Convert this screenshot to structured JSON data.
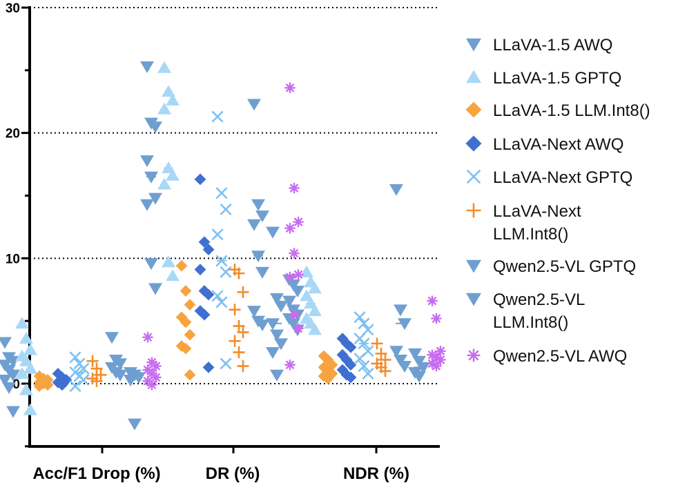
{
  "chart_data": {
    "type": "scatter",
    "title": "",
    "xlabel": "",
    "ylabel": "",
    "ylim": [
      -5,
      30
    ],
    "yticks": [
      0,
      10,
      20,
      30
    ],
    "grid": "dotted horizontal at 0, 10, 20, 30",
    "legend_position": "right",
    "categories": [
      "Acc/F1 Drop (%)",
      "DR (%)",
      "NDR (%)"
    ],
    "series": [
      {
        "name": "LLaVA-1.5 AWQ",
        "marker": "triangle-down",
        "color": "#6f9fd0",
        "values": [
          [
            3.3,
            2.1,
            1.8,
            1.5,
            1.1,
            0.7,
            0.3,
            -0.3,
            -2.2
          ],
          [
            25.3,
            20.8,
            20.5,
            17.8,
            16.5,
            14.8,
            14.3,
            9.6,
            7.6
          ],
          [
            8.3,
            7.9,
            7.4,
            6.6,
            5.9,
            5.5,
            5.2,
            4.8,
            4.3
          ]
        ]
      },
      {
        "name": "LLaVA-1.5 GPTQ",
        "marker": "triangle-up",
        "color": "#a8d8f6",
        "values": [
          [
            4.8,
            3.6,
            2.7,
            2.2,
            1.8,
            1.2,
            0.8,
            -0.5,
            -2.1
          ],
          [
            25.2,
            23.3,
            22.6,
            21.9,
            17.2,
            16.6,
            15.9,
            9.7,
            8.6
          ],
          [
            8.9,
            8.1,
            7.6,
            7.0,
            6.4,
            5.8,
            5.2,
            4.8,
            4.3
          ]
        ]
      },
      {
        "name": "LLaVA-1.5 LLM.Int8()",
        "marker": "diamond",
        "color": "#f7a440",
        "values": [
          [
            0.6,
            0.4,
            0.3,
            0.1,
            0.0,
            -0.1,
            -0.2
          ],
          [
            9.4,
            7.4,
            6.3,
            5.3,
            4.9,
            3.9,
            3.0,
            2.8,
            0.7
          ],
          [
            2.2,
            1.9,
            1.5,
            1.3,
            1.0,
            0.8,
            0.6,
            0.4
          ]
        ]
      },
      {
        "name": "LLaVA-Next AWQ",
        "marker": "diamond",
        "color": "#3f6fd1",
        "values": [
          [
            0.8,
            0.5,
            0.3,
            0.1,
            -0.1
          ],
          [
            16.3,
            11.3,
            10.7,
            9.1,
            7.4,
            7.1,
            5.8,
            5.5,
            1.3
          ],
          [
            3.6,
            3.2,
            2.9,
            2.3,
            1.9,
            1.5,
            1.1,
            0.7,
            0.5
          ]
        ]
      },
      {
        "name": "LLaVA-Next GPTQ",
        "marker": "x",
        "color": "#7ec1f2",
        "values": [
          [
            2.1,
            1.6,
            1.2,
            0.9,
            0.6,
            0.3,
            -0.2
          ],
          [
            21.3,
            15.2,
            13.9,
            11.9,
            9.8,
            8.9,
            7.0,
            6.5,
            1.6
          ],
          [
            5.3,
            4.8,
            4.3,
            3.6,
            3.2,
            2.6,
            2.0,
            1.4,
            0.8
          ]
        ]
      },
      {
        "name": "LLaVA-Next LLM.Int8()",
        "marker": "plus",
        "color": "#f28c28",
        "values": [
          [
            1.8,
            1.2,
            0.7,
            0.4,
            0.2
          ],
          [
            9.1,
            8.8,
            7.3,
            5.9,
            4.6,
            4.1,
            3.4,
            2.5,
            1.4
          ],
          [
            3.2,
            2.4,
            1.9,
            1.6,
            1.3,
            1.0
          ]
        ]
      },
      {
        "name": "Qwen2.5-VL GPTQ",
        "marker": "triangle-down",
        "color": "#6f9fd0",
        "values": [
          [
            3.7,
            1.9,
            1.6,
            1.3,
            0.9,
            0.7
          ],
          [
            22.3,
            14.3,
            13.4,
            12.7,
            10.2,
            8.9,
            5.8,
            5.0,
            4.7
          ],
          [
            15.5,
            5.9,
            4.8,
            2.6,
            1.9,
            1.4
          ]
        ]
      },
      {
        "name": "Qwen2.5-VL LLM.Int8()",
        "marker": "triangle-down",
        "color": "#6f9fd0",
        "values": [
          [
            0.9,
            0.7,
            0.5,
            0.3,
            -3.2
          ],
          [
            12.1,
            6.8,
            6.2,
            4.8,
            3.9,
            3.2,
            2.5,
            0.7
          ],
          [
            2.4,
            1.8,
            1.3,
            0.9,
            0.6
          ]
        ]
      },
      {
        "name": "Qwen2.5-VL AWQ",
        "marker": "asterisk",
        "color": "#c86cf0",
        "values": [
          [
            3.7,
            1.7,
            1.4,
            1.1,
            0.8,
            0.5,
            0.2,
            -0.1
          ],
          [
            23.6,
            15.6,
            12.9,
            12.4,
            10.4,
            8.7,
            8.5,
            5.5,
            4.4,
            1.5
          ],
          [
            6.6,
            5.2,
            2.6,
            2.3,
            2.1,
            1.9,
            1.6,
            1.4
          ]
        ]
      }
    ]
  }
}
